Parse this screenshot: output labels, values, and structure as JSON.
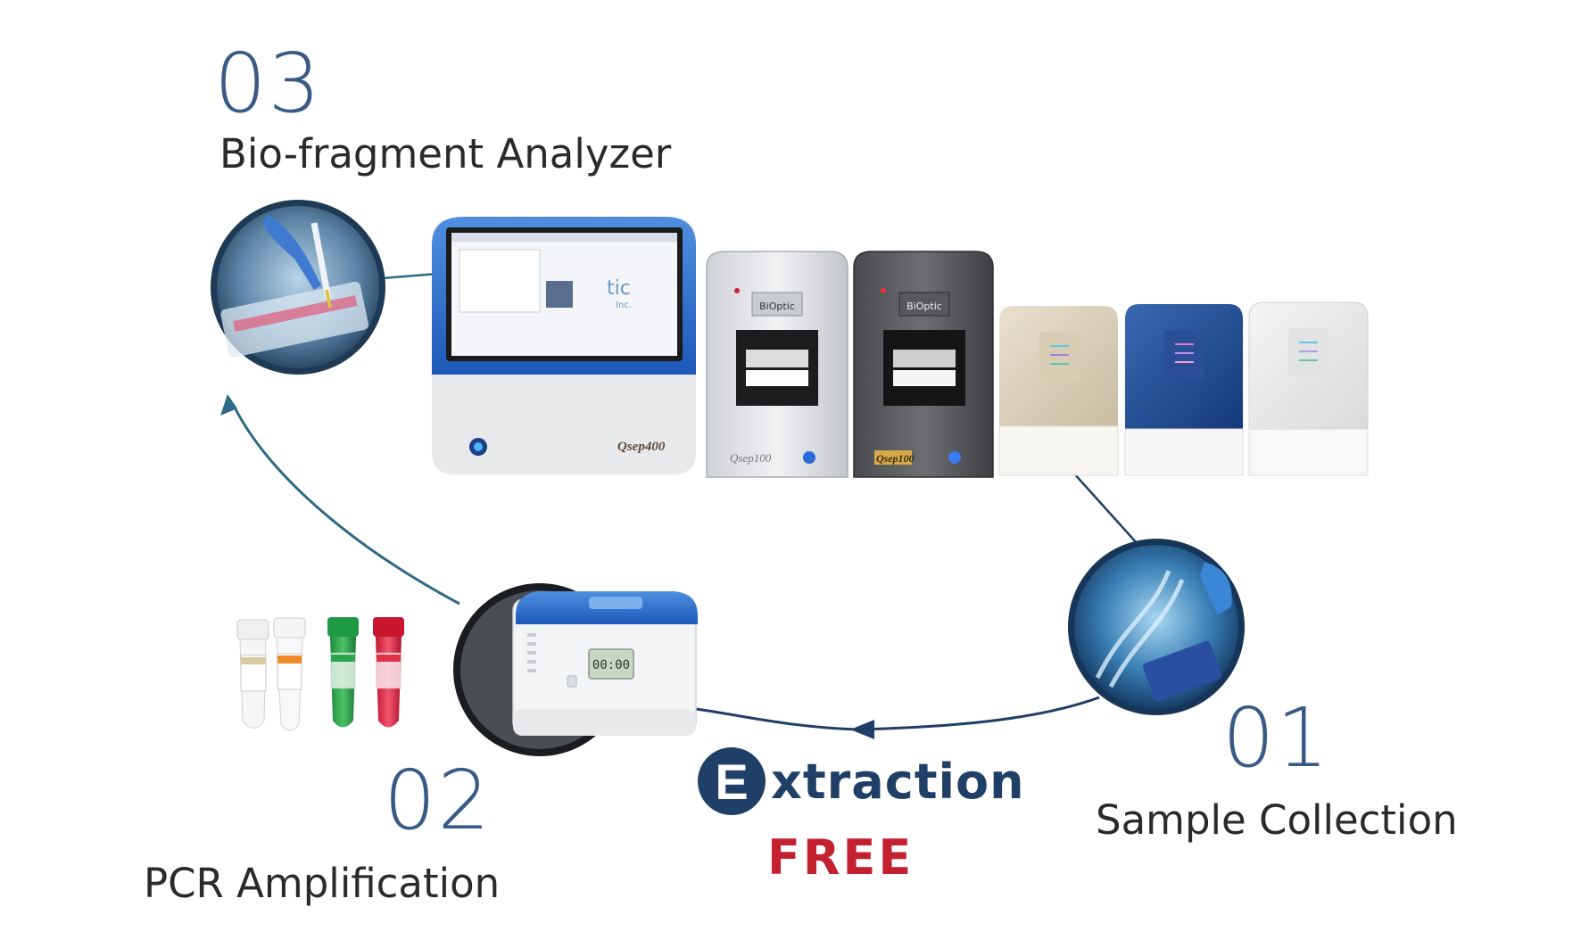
{
  "steps": [
    {
      "number": "03",
      "label": "Bio-fragment Analyzer"
    },
    {
      "number": "02",
      "label": "PCR Amplification"
    },
    {
      "number": "01",
      "label": "Sample Collection"
    }
  ],
  "extraction": {
    "badge_letter": "E",
    "word": "xtraction",
    "free": "FREE"
  },
  "instruments": {
    "screen_brand": "tic",
    "screen_brand_sub": "Inc.",
    "qsep400_label": "Qsep400",
    "qsep100_label": "Qsep100",
    "qsep100_dark_label": "Qsep100",
    "biooptic_logo": "BiOptic",
    "thermal_cycler_display": "00:00"
  },
  "colors": {
    "number_blue": "#3a5a86",
    "arrow_teal": "#2e6a86",
    "extraction_navy": "#1f3f66",
    "free_red": "#c32030"
  }
}
